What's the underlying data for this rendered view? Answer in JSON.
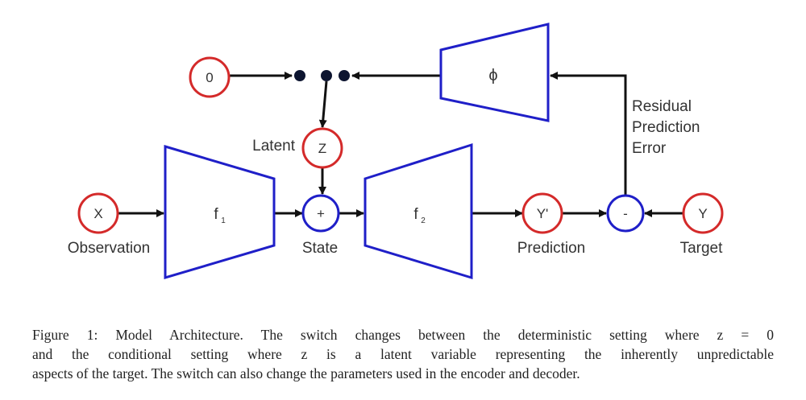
{
  "diagram": {
    "nodes": {
      "zero": "0",
      "z": "Z",
      "x": "X",
      "plus": "+",
      "y_pred": "Y'",
      "minus": "-",
      "y": "Y",
      "f1": "f",
      "f1_sub": "1",
      "f2": "f",
      "f2_sub": "2",
      "phi": "ϕ"
    },
    "labels": {
      "latent": "Latent",
      "observation": "Observation",
      "state": "State",
      "prediction": "Prediction",
      "target": "Target",
      "residual_1": "Residual",
      "residual_2": "Prediction",
      "residual_3": "Error"
    },
    "colors": {
      "input_circle": "#d42a2a",
      "op_circle": "#1f1fc8",
      "network": "#1f1fc8",
      "arrow": "#111111"
    }
  },
  "caption": {
    "line1": "Figure 1: Model Architecture. The switch changes between the deterministic setting where z = 0",
    "line2": "and the conditional setting where z is a latent variable representing the inherently unpredictable",
    "line3": "aspects of the target. The switch can also change the parameters used in the encoder and decoder."
  }
}
